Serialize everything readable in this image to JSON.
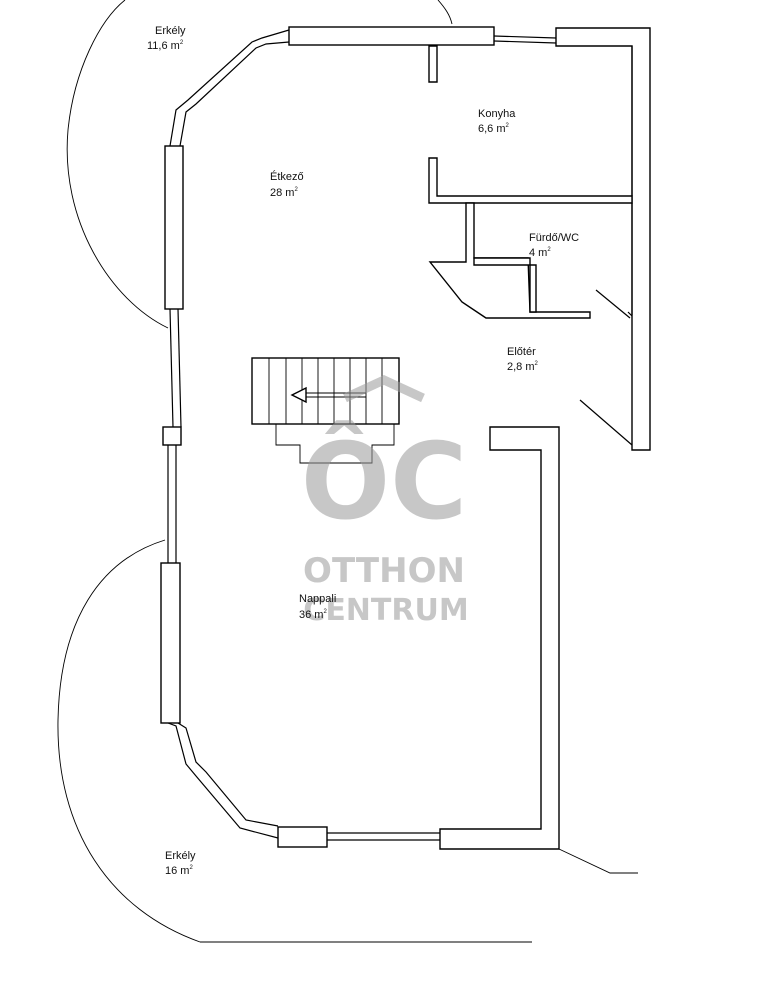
{
  "rooms": [
    {
      "id": "erkely-top",
      "name": "Erkély",
      "area": "11,6 m",
      "unit_sup": "2"
    },
    {
      "id": "etkezo",
      "name": "Étkező",
      "area": "28 m",
      "unit_sup": "2"
    },
    {
      "id": "konyha",
      "name": "Konyha",
      "area": "6,6 m",
      "unit_sup": "2"
    },
    {
      "id": "furdo",
      "name": "Fürdő/WC",
      "area": "4 m",
      "unit_sup": "2"
    },
    {
      "id": "eloter",
      "name": "Előtér",
      "area": "2,8 m",
      "unit_sup": "2"
    },
    {
      "id": "nappali",
      "name": "Nappali",
      "area": "36 m",
      "unit_sup": "2"
    },
    {
      "id": "erkely-bottom",
      "name": "Erkély",
      "area": "16 m",
      "unit_sup": "2"
    }
  ],
  "watermark": {
    "logo": "ÔC",
    "line1": "OTTHON",
    "line2": "CENTRUM",
    "color": "#9a9a9a"
  }
}
